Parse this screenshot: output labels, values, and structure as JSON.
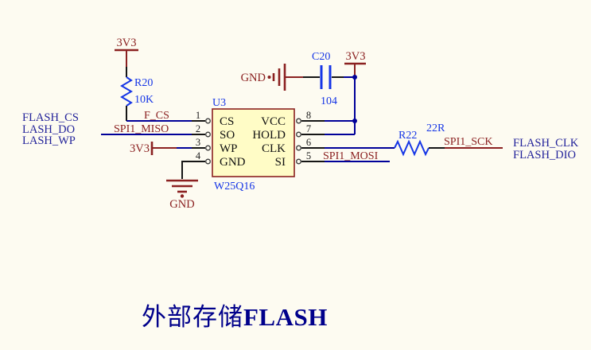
{
  "colors": {
    "background": "#fdfbf1",
    "wire": "#000099",
    "component": "#1636e6",
    "maroon": "#8b2121",
    "port_text": "#22229a",
    "pin_text": "#111111",
    "chip_fill": "#fffcc6",
    "title": "#00008b"
  },
  "power": {
    "rail_top_left": "3V3",
    "rail_wp": "3V3",
    "rail_vcc": "3V3",
    "gnd_cap": "GND",
    "gnd_chip": "GND"
  },
  "components": {
    "r20": {
      "ref": "R20",
      "value": "10K"
    },
    "r22": {
      "ref": "R22",
      "value": "22R"
    },
    "c20": {
      "ref": "C20",
      "value": "104"
    },
    "u3": {
      "ref": "U3",
      "part": "W25Q16",
      "left_pins": [
        {
          "num": "1",
          "name": "CS"
        },
        {
          "num": "2",
          "name": "SO"
        },
        {
          "num": "3",
          "name": "WP"
        },
        {
          "num": "4",
          "name": "GND"
        }
      ],
      "right_pins": [
        {
          "num": "8",
          "name": "VCC"
        },
        {
          "num": "7",
          "name": "HOLD"
        },
        {
          "num": "6",
          "name": "CLK"
        },
        {
          "num": "5",
          "name": "SI"
        }
      ]
    }
  },
  "nets": {
    "f_cs": "F_CS",
    "spi1_miso": "SPI1_MISO",
    "spi1_mosi": "SPI1_MOSI",
    "spi1_sck": "SPI1_SCK"
  },
  "ports": {
    "left": [
      "FLASH_CS",
      "LASH_DO",
      "LASH_WP"
    ],
    "right": [
      "FLASH_CLK",
      "FLASH_DIO"
    ]
  },
  "title": {
    "cjk": "外部存储",
    "latin": "FLASH"
  }
}
